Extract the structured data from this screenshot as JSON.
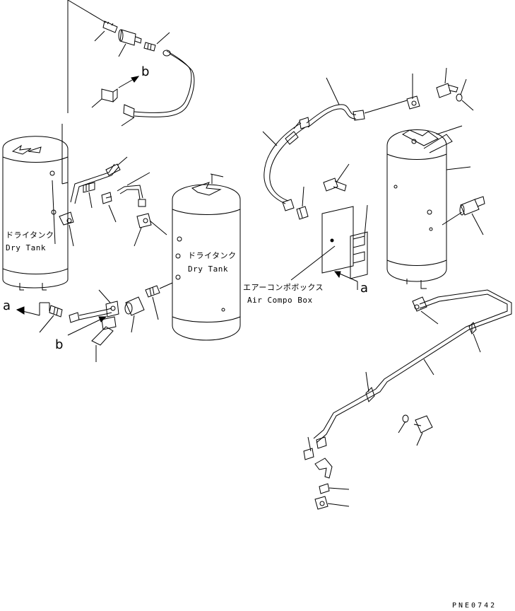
{
  "left_tank": {
    "label_jp": "ドライタンク",
    "label_en": "Dry Tank"
  },
  "right_tank": {
    "label_jp": "ドライタンク",
    "label_en": "Dry Tank"
  },
  "air_compo_box": {
    "label_jp": "エアーコンポボックス",
    "label_en": "Air Compo Box"
  },
  "callouts": {
    "a_left": "a",
    "a_right": "a",
    "b_top": "b",
    "b_bottom": "b"
  },
  "reference_code": "PNE0742",
  "colors": {
    "line": "#000000",
    "background": "#ffffff"
  }
}
